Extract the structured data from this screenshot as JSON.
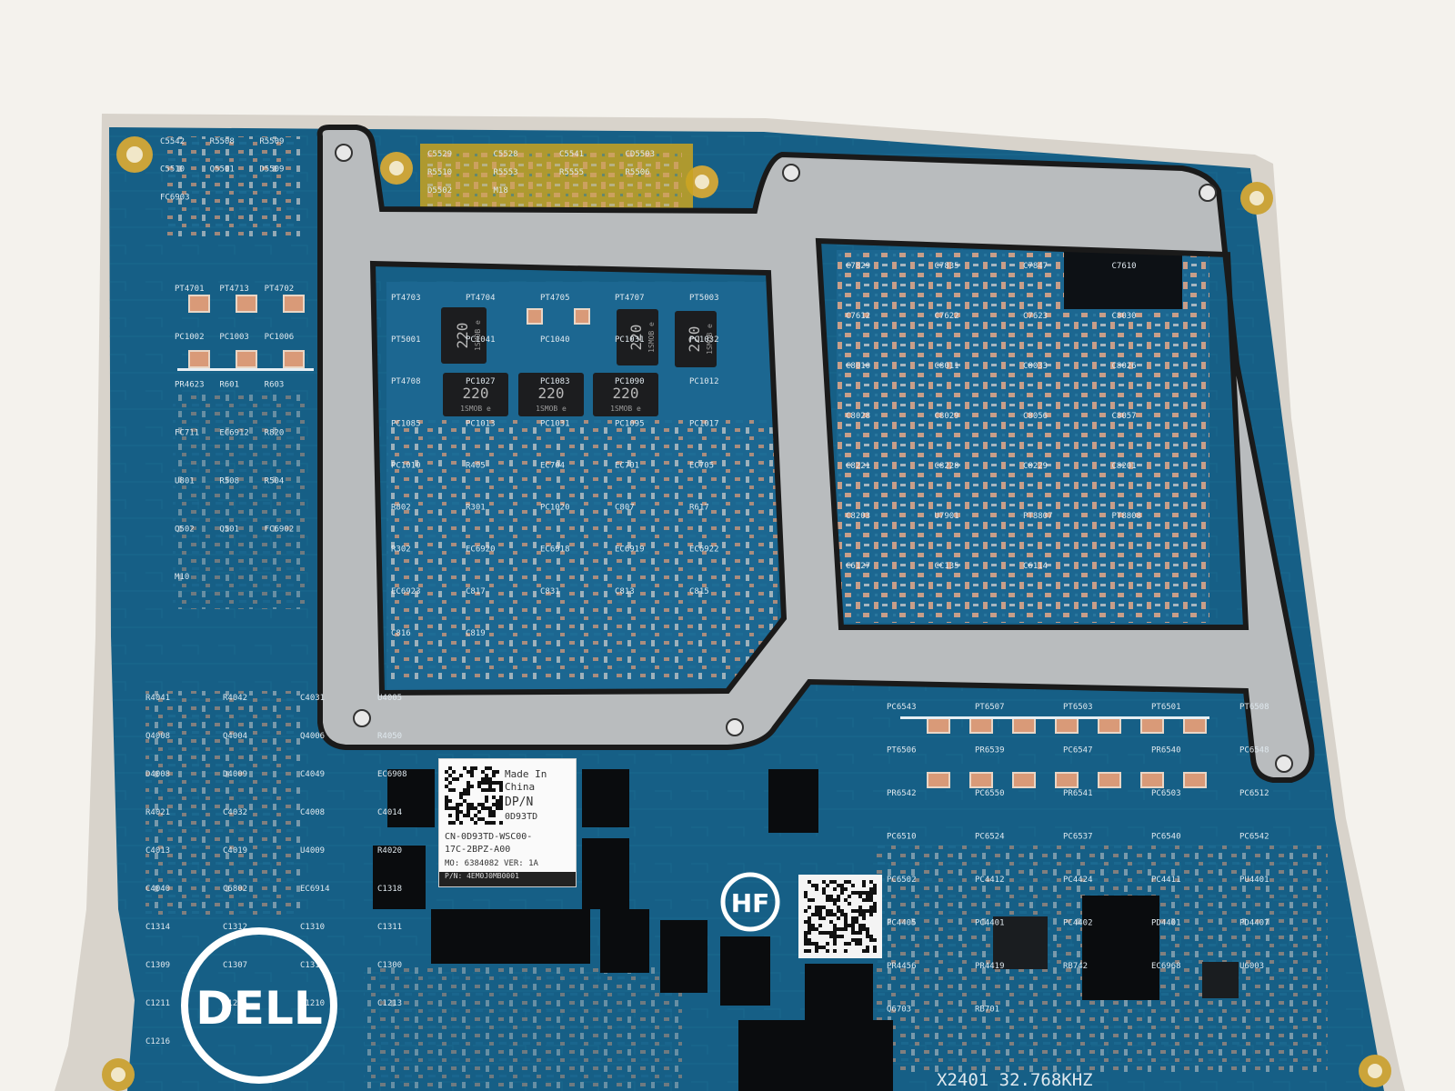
{
  "photo": {
    "brand_logo_text": "DELL",
    "halogen_free_mark": "HF",
    "crystal_marking": "X2401 32.768KHZ",
    "inductor_marking": "220",
    "inductor_code": "1SMOB e",
    "label": {
      "line1": "Made In",
      "line2": "China",
      "line3": "DP/N",
      "line4": "0D93TD",
      "line5": "CN-0D93TD-WSC00-",
      "line6": "17C-2BPZ-A00",
      "line7": "MO: 6384082 VER: 1A",
      "line8": "P/N: 4EM0J0MB0001"
    },
    "silkscreen_top_left": [
      "C5542",
      "R5508",
      "R5509",
      "C5510",
      "Q5501",
      "D5509",
      "FC6903"
    ],
    "silkscreen_yellow_strip": [
      "C5529",
      "C5528",
      "C5541",
      "CD5503",
      "R5510",
      "R5553",
      "R5555",
      "R5506",
      "D5502",
      "M18"
    ],
    "silkscreen_left": [
      "PT4701",
      "PT4713",
      "PT4702",
      "PC1002",
      "PC1003",
      "PC1006",
      "PR4623",
      "R601",
      "R603",
      "FC711",
      "EC6912",
      "R820",
      "U801",
      "R508",
      "R504",
      "Q502",
      "Q501",
      "FC6902",
      "M10"
    ],
    "silkscreen_vrm": [
      "PT4703",
      "PT4704",
      "PT4705",
      "PT4707",
      "PT5003",
      "PT5001",
      "PC1041",
      "PC1040",
      "PC1031",
      "PC1032",
      "PT4708",
      "PC1027",
      "PC1083",
      "PC1090",
      "PC1012",
      "PC1085",
      "PC1013",
      "PC1031",
      "PC1095",
      "PC1017",
      "PC1010",
      "R405",
      "EC704",
      "EC701",
      "EC705",
      "R802",
      "R301",
      "PC1020",
      "C807",
      "R617",
      "R302",
      "EC6920",
      "EC6918",
      "EC6919",
      "EC6922",
      "EC6923",
      "C817",
      "C831",
      "C813",
      "C815",
      "C816",
      "C819"
    ],
    "silkscreen_soc": [
      "C7829",
      "C7835",
      "C7847",
      "C7610",
      "C7612",
      "C7622",
      "C7623",
      "C8030",
      "C8010",
      "C8011",
      "C8033",
      "C8026",
      "C8028",
      "C8029",
      "C8056",
      "C8057",
      "C8221",
      "C8228",
      "C8229",
      "C8201",
      "C8203",
      "U7901",
      "PT8807",
      "PT8808",
      "C6127",
      "CC135",
      "C6114"
    ],
    "silkscreen_bottom": [
      "PC6543",
      "PT6507",
      "PT6503",
      "PT6501",
      "PT6508",
      "PT6506",
      "PR6539",
      "PC6547",
      "PR6540",
      "PC6548",
      "PR6542",
      "PC6550",
      "PR6541",
      "PC6503",
      "PC6512",
      "PC6510",
      "PC6524",
      "PC6537",
      "PC6540",
      "PC6542",
      "PC6502",
      "PC4412",
      "PC4424",
      "PC4411",
      "PU4401",
      "PC4405",
      "PC4401",
      "PC4402",
      "PD4401",
      "PD4407",
      "PR4456",
      "PR4419",
      "RB742",
      "EC6968",
      "U6003",
      "Q6703",
      "RB701"
    ],
    "silkscreen_bottom_left": [
      "R4041",
      "R4042",
      "C4031",
      "U4005",
      "Q4008",
      "Q4004",
      "Q4006",
      "R4050",
      "D4008",
      "D4009",
      "C4049",
      "EC6908",
      "R4021",
      "C4032",
      "C4008",
      "C4014",
      "C4013",
      "C4019",
      "U4009",
      "R4020",
      "C4040",
      "C6802",
      "EC6914",
      "C1318",
      "C1314",
      "C1312",
      "C1310",
      "C1311",
      "C1309",
      "C1307",
      "C1313",
      "C1300",
      "C1211",
      "C1215",
      "C1210",
      "C1213",
      "C1216"
    ],
    "colors": {
      "background": "#f4f2ed",
      "pcb": "#165f86",
      "pcb_dark": "#0f4b6c",
      "silkscreen": "#dfe8ee",
      "pad_copper": "#d99a78",
      "bracket": "#b9bcbe",
      "kapton": "#c9a320",
      "mount_gold": "#cba43a"
    }
  }
}
